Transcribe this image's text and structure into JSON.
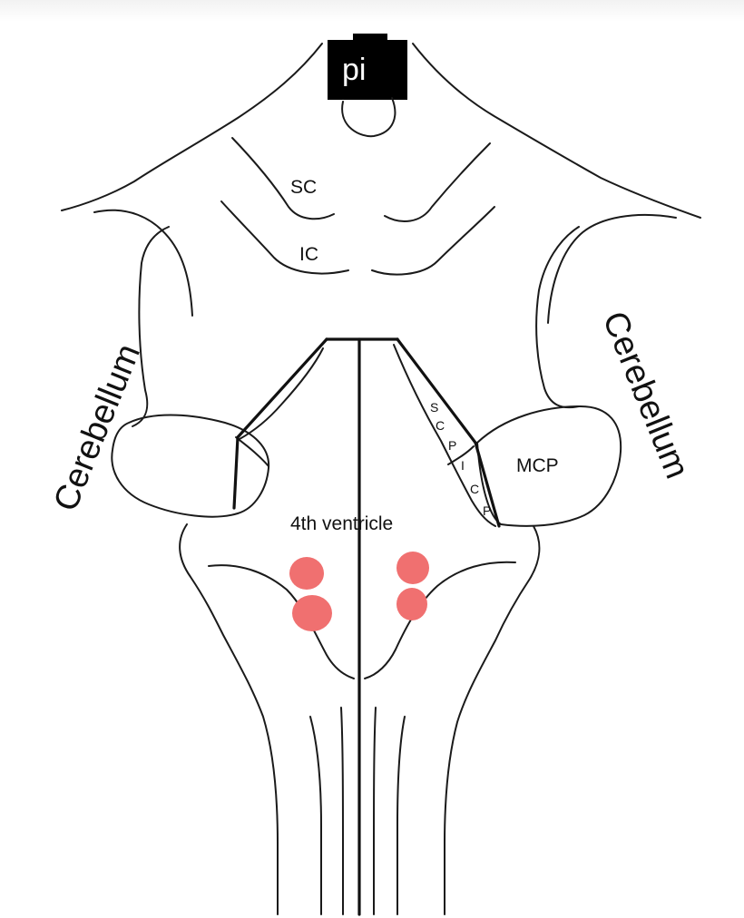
{
  "labels": {
    "pineal": "pi",
    "superior_colliculus": "SC",
    "inferior_colliculus": "IC",
    "cerebellum_left": "Cerebellum",
    "cerebellum_right": "Cerebellum",
    "fourth_ventricle": "4th ventricle",
    "mcp": "MCP",
    "scp_letters": [
      "S",
      "C",
      "P"
    ],
    "icp_letters": [
      "I",
      "C",
      "P"
    ]
  },
  "colors": {
    "nuclei_marker": "#f07070",
    "outline": "#1a1a1a",
    "pineal_box": "#000000"
  }
}
